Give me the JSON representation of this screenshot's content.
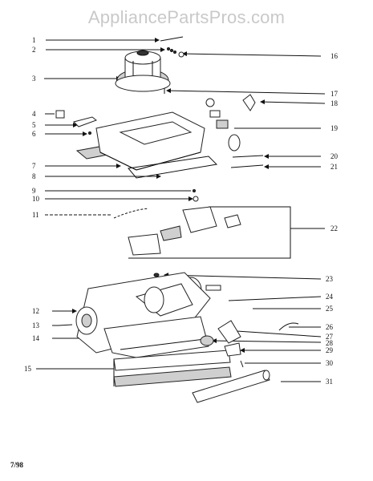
{
  "watermark": "AppliancePartsPros.com",
  "footer_code": "7/98",
  "callouts": [
    "1",
    "2",
    "3",
    "4",
    "5",
    "6",
    "7",
    "8",
    "9",
    "10",
    "11",
    "12",
    "13",
    "14",
    "15",
    "16",
    "17",
    "18",
    "19",
    "20",
    "21",
    "22",
    "23",
    "24",
    "25",
    "26",
    "27",
    "28",
    "29",
    "30",
    "31"
  ]
}
